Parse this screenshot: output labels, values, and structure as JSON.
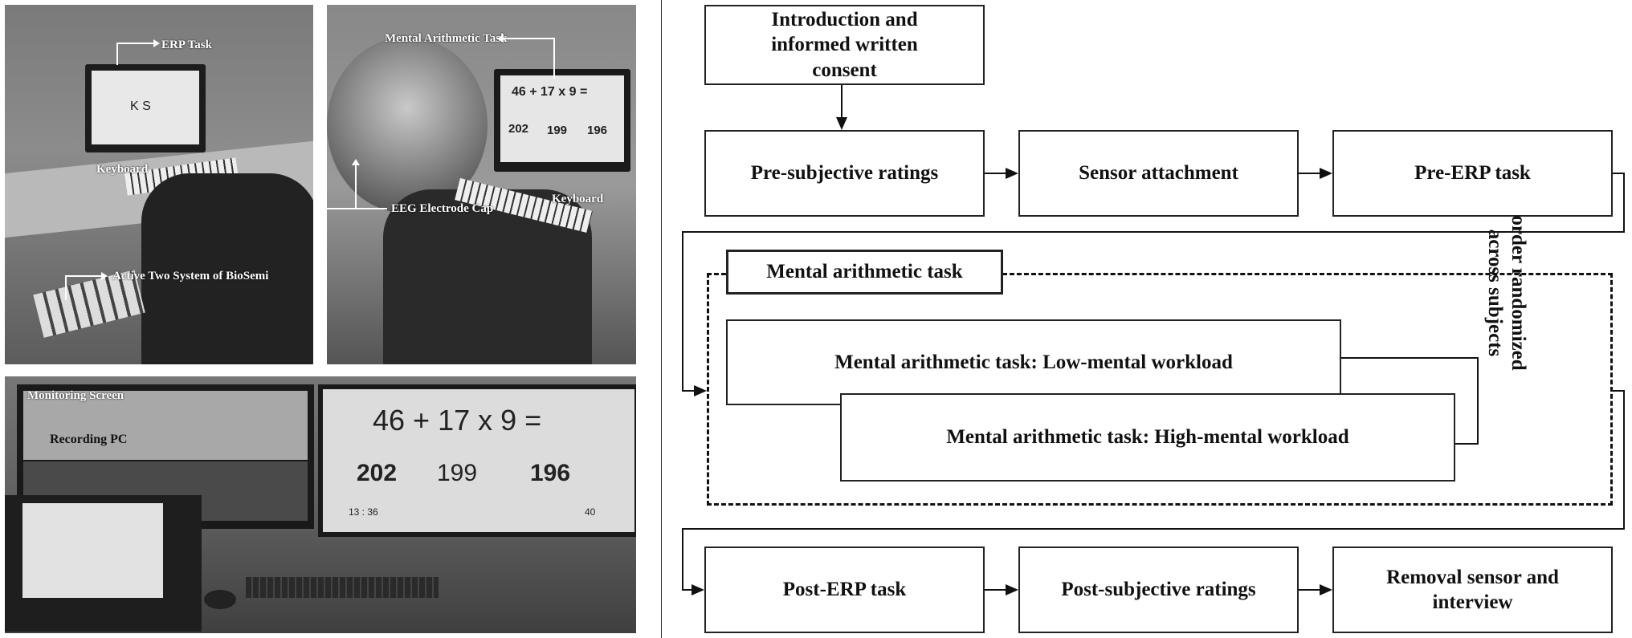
{
  "photos": {
    "top_left": {
      "erp_task": "ERP Task",
      "keyboard": "Keyboard",
      "active_two": "Active Two System of BioSemi",
      "screen_text": "K  S"
    },
    "top_right": {
      "mental_arithmetic": "Mental Arithmetic Task",
      "eeg_cap": "EEG Electrode Cap",
      "keyboard": "Keyboard",
      "equation": "46 + 17 x 9 =",
      "answers": [
        "202",
        "199",
        "196"
      ]
    },
    "bottom": {
      "monitoring": "Monitoring Screen",
      "recording_pc": "Recording PC",
      "equation": "46 + 17 x 9 =",
      "answers": [
        "202",
        "199",
        "196"
      ],
      "timer": "13 : 36",
      "score": "40"
    }
  },
  "flow": {
    "intro": "Introduction and informed written consent",
    "pre_ratings": "Pre-subjective ratings",
    "sensor": "Sensor attachment",
    "pre_erp": "Pre-ERP task",
    "mental_header": "Mental arithmetic task",
    "low": "Mental arithmetic task: Low-mental workload",
    "high": "Mental arithmetic task: High-mental workload",
    "order_line1": "order randomized",
    "order_line2": "across subjects",
    "post_erp": "Post-ERP task",
    "post_ratings": "Post-subjective ratings",
    "removal": "Removal sensor and interview"
  }
}
